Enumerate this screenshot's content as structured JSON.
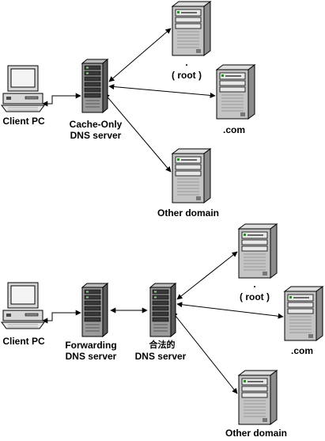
{
  "colors": {
    "line": "#000000",
    "server_body": "#b9b9b9",
    "server_dark": "#6f6f6f",
    "rack_body": "#9a9a9a",
    "pc_beige": "#dcdcdc"
  },
  "top": {
    "client_label": "Client PC",
    "cache_line1": "Cache-Only",
    "cache_line2": "DNS server",
    "root_dot": ".",
    "root_label": "( root )",
    "com_label": ".com",
    "other_label": "Other domain"
  },
  "bottom": {
    "client_label": "Client PC",
    "fwd_line1": "Forwarding",
    "fwd_line2": "DNS server",
    "legal_line1": "合法的",
    "legal_line2": "DNS server",
    "root_dot": ".",
    "root_label": "( root )",
    "com_label": ".com",
    "other_label": "Other domain"
  }
}
